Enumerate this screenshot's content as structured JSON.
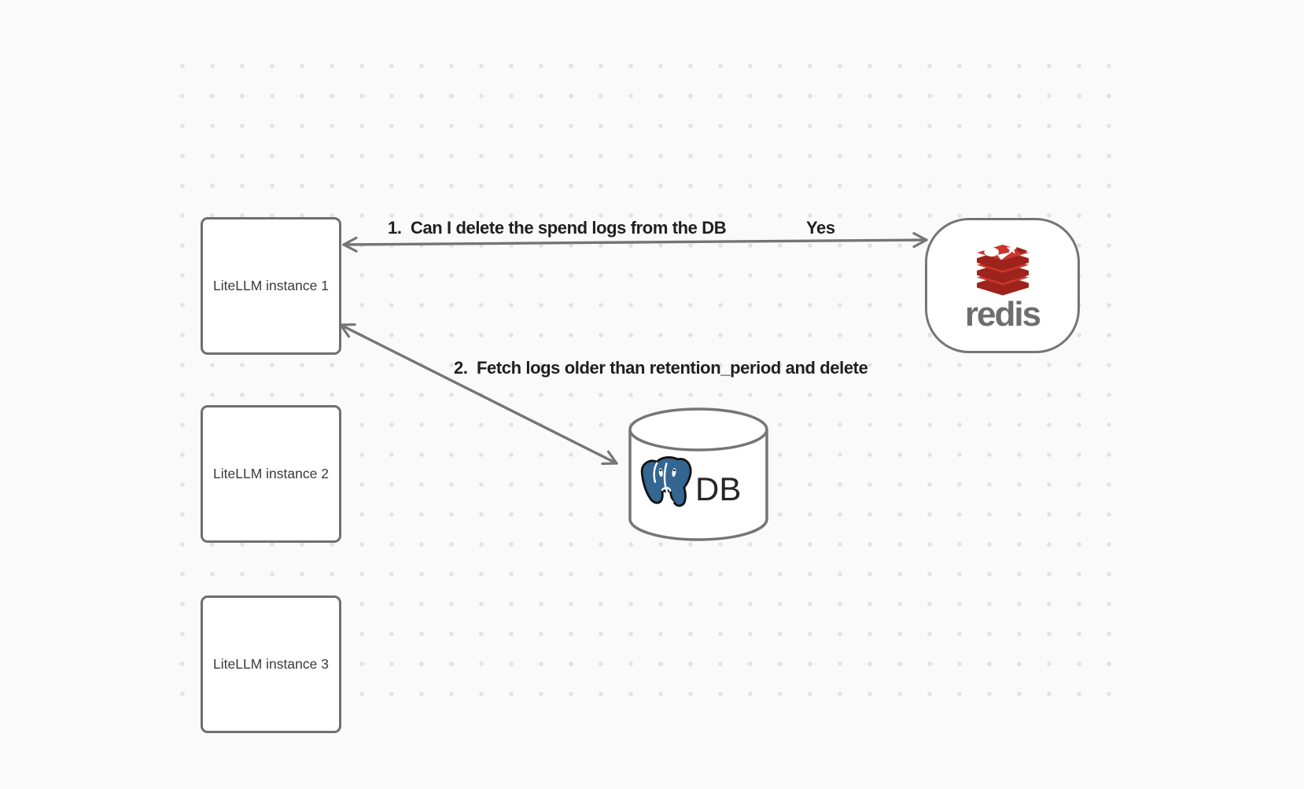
{
  "diagram": {
    "instances": [
      {
        "label": "LiteLLM instance 1"
      },
      {
        "label": "LiteLLM instance 2"
      },
      {
        "label": "LiteLLM instance 3"
      }
    ],
    "redis": {
      "wordmark": "redis",
      "logo": "redis-stack-logo"
    },
    "database": {
      "label": "DB",
      "logo": "postgresql-elephant-logo"
    },
    "edges": {
      "edge1": {
        "label": "1.  Can I delete the spend logs from the DB",
        "response": "Yes"
      },
      "edge2": {
        "label": "2.  Fetch logs older than retention_period and delete"
      }
    }
  },
  "colors": {
    "canvas-bg": "#fafafa",
    "dot": "#e3e3e3",
    "stroke": "#757575",
    "box-border": "#6f6f6f",
    "box-text": "#3a3a3a",
    "label-text": "#1f1f1f",
    "redis-red": "#c8372d",
    "redis-dark-red": "#9e231a",
    "redis-wordmark": "#6d6d6d",
    "postgres-blue": "#336791",
    "db-text": "#262626"
  }
}
